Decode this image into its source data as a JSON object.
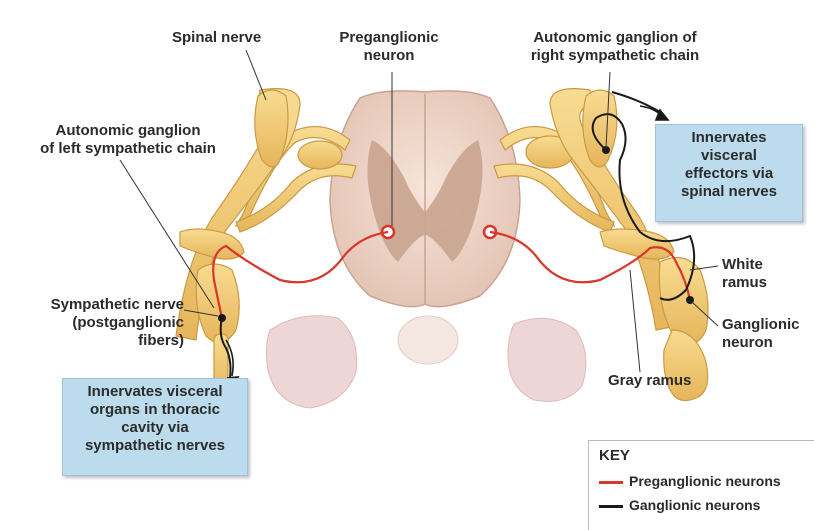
{
  "labels": {
    "spinal_nerve": "Spinal nerve",
    "preganglionic_neuron": [
      "Preganglionic",
      "neuron"
    ],
    "right_chain_ganglion": [
      "Autonomic ganglion of",
      "right sympathetic chain"
    ],
    "left_chain_ganglion": [
      "Autonomic ganglion",
      "of left sympathetic chain"
    ],
    "sympathetic_nerve": [
      "Sympathetic nerve",
      "(postganglionic",
      "fibers)"
    ],
    "white_ramus": [
      "White",
      "ramus"
    ],
    "ganglionic_neuron": [
      "Ganglionic",
      "neuron"
    ],
    "gray_ramus": "Gray ramus"
  },
  "callouts": {
    "right": [
      "Innervates",
      "visceral",
      "effectors via",
      "spinal nerves"
    ],
    "left": [
      "Innervates visceral",
      "organs in thoracic",
      "cavity via",
      "sympathetic nerves"
    ]
  },
  "key": {
    "title": "KEY",
    "items": [
      {
        "label": "Preganglionic neurons",
        "color": "#d9352a"
      },
      {
        "label": "Ganglionic neurons",
        "color": "#1a1a1a"
      }
    ]
  },
  "colors": {
    "nerve_fill": "#f3cf7a",
    "nerve_shade": "#d9a84a",
    "cord_fill": "#f0d9cd",
    "gray_matter": "#c9a48f",
    "organ_fill": "#efd6d6",
    "callout_fill": "#bcdcee"
  }
}
